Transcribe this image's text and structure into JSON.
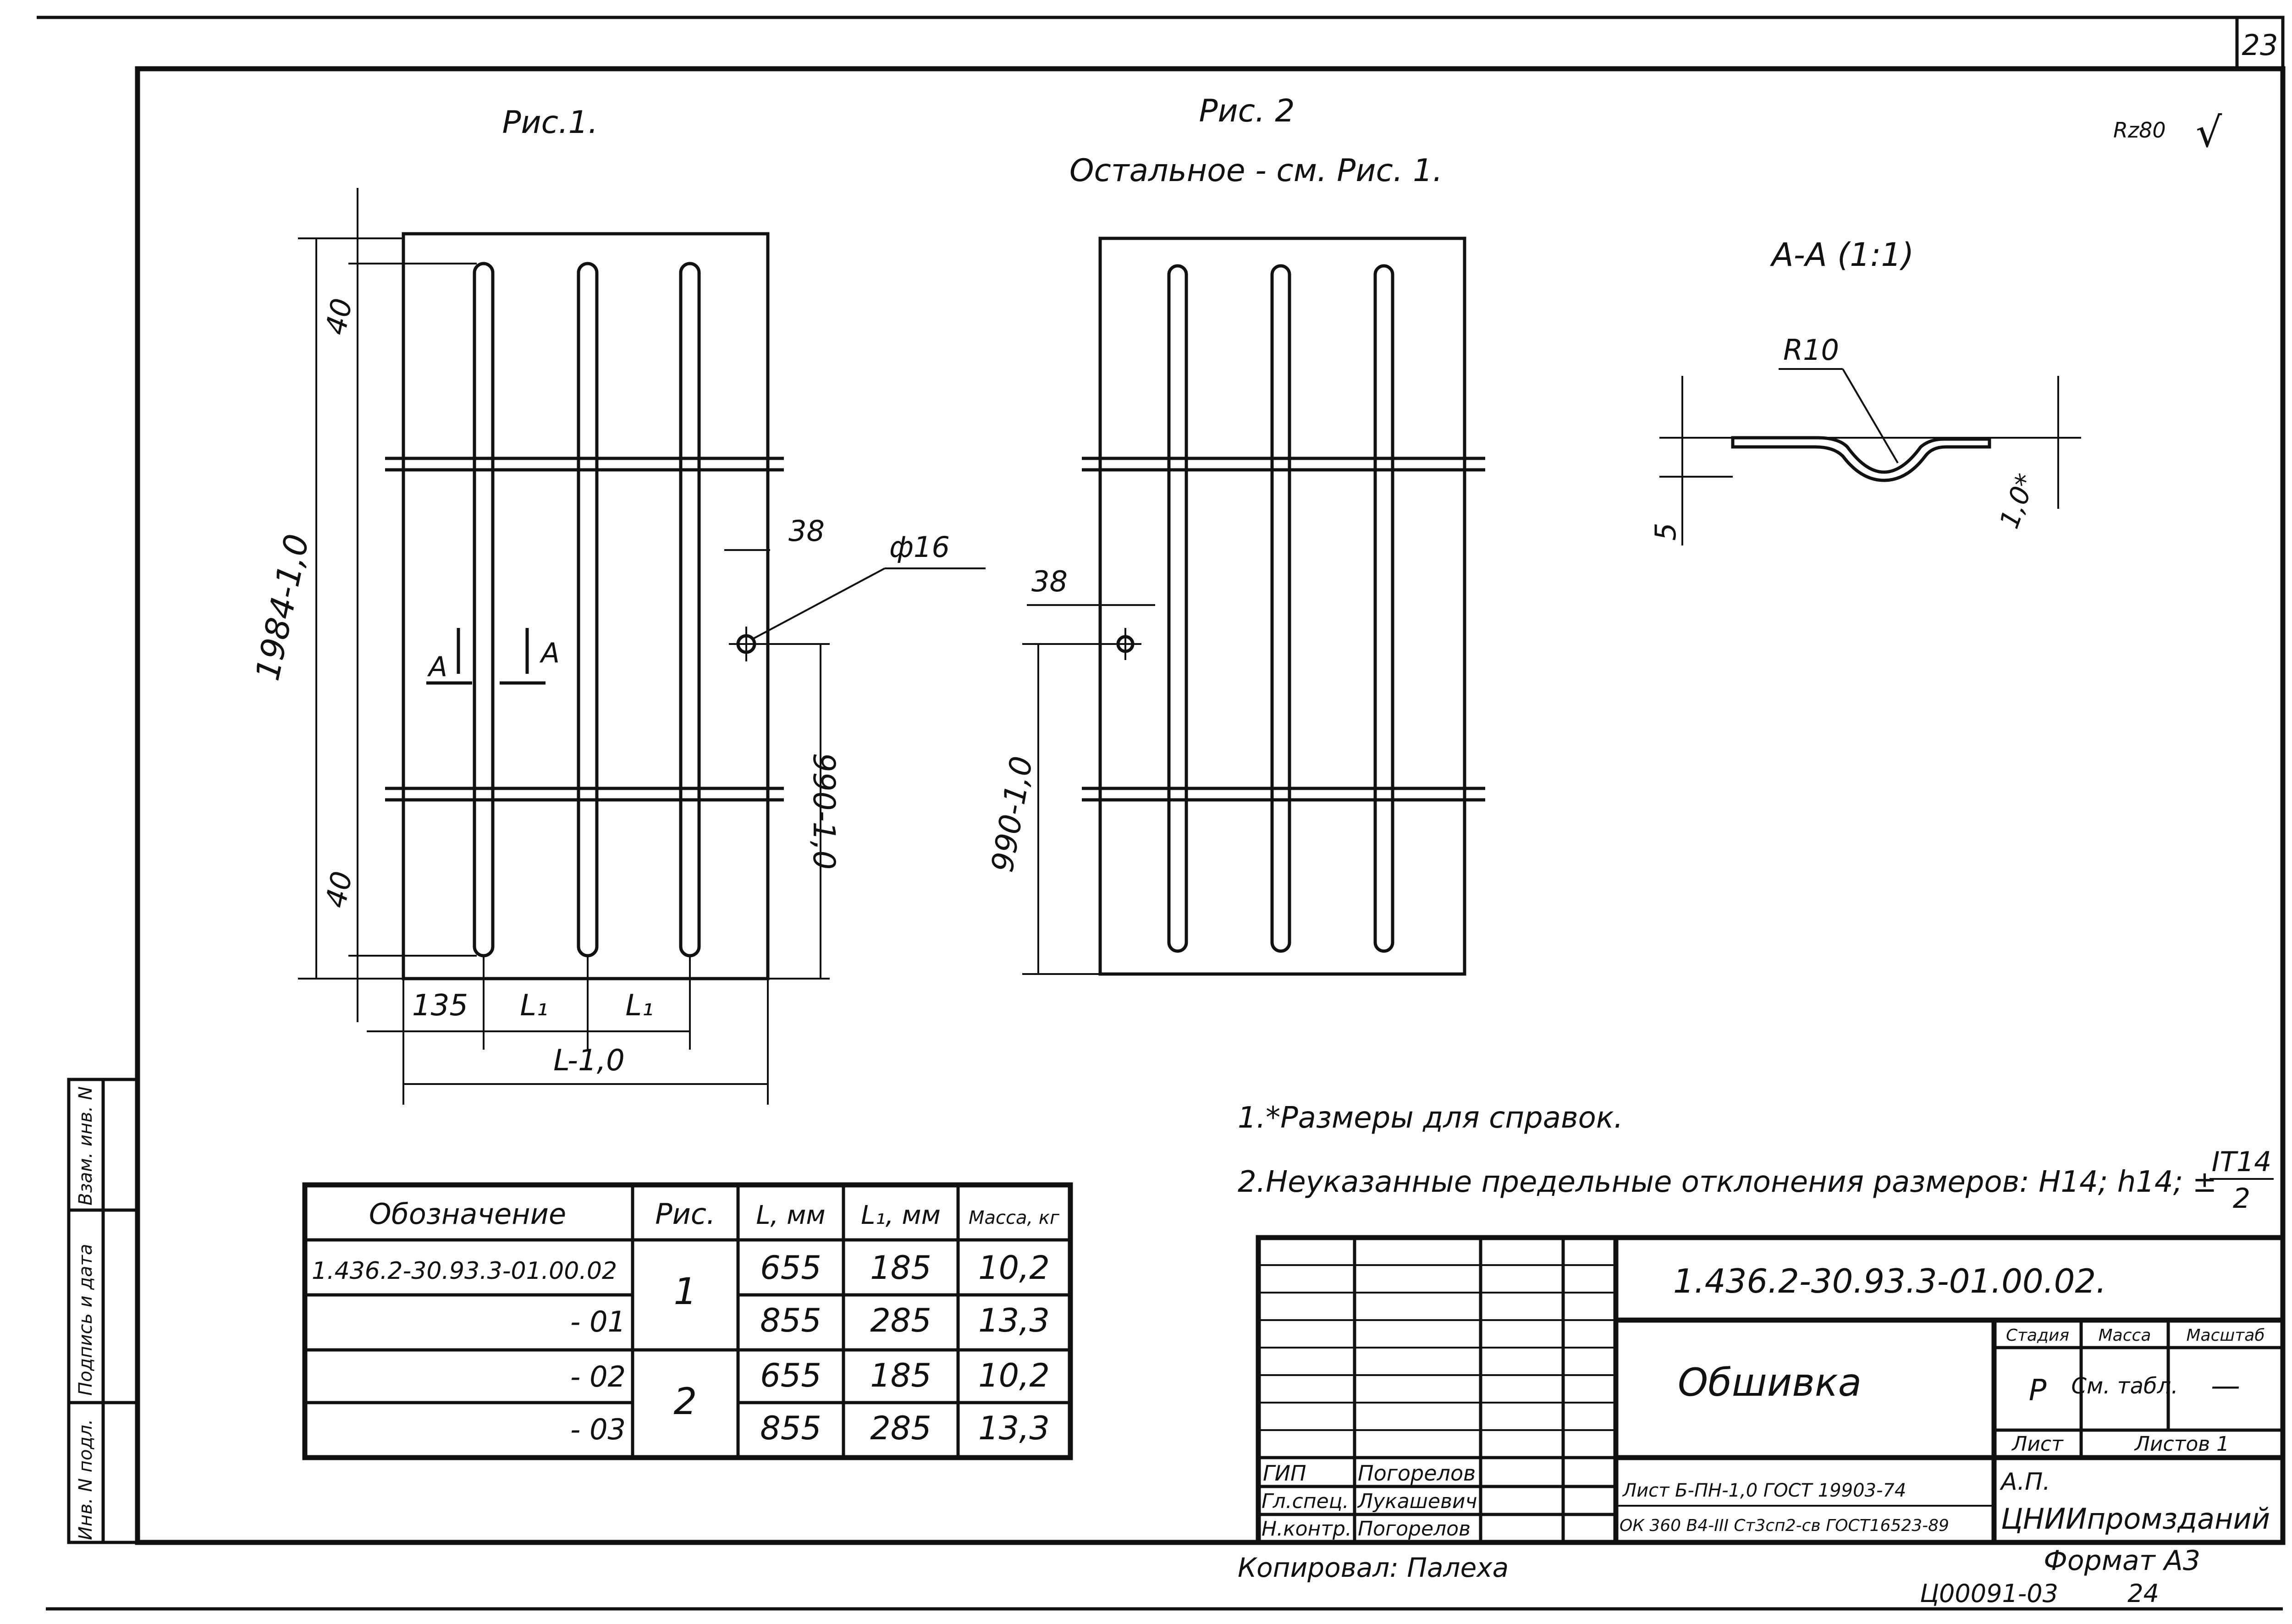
{
  "sheet": {
    "page_number": "23",
    "fig1_label": "Рис.1.",
    "fig2_label": "Рис. 2",
    "fig2_note": "Остальное - см. Рис. 1.",
    "roughness": "Rz80",
    "roughness_mark": "√",
    "section_title": "А-А (1:1)"
  },
  "fig1_dims": {
    "top_40": "40",
    "bottom_40": "40",
    "length": "1984-1,0",
    "hole_offset": "38",
    "hole_diameter": "ф16",
    "half_length": "990-1,0",
    "edge_135": "135",
    "l1_a": "L₁",
    "l1_b": "L₁",
    "total_l": "L-1,0",
    "cut_a": "А",
    "cut_b": "А"
  },
  "fig2_dims": {
    "hole_offset": "38",
    "half_length": "990-1,0"
  },
  "section_dims": {
    "radius": "R10",
    "depth": "5",
    "thickness": "1,0*"
  },
  "notes": {
    "note1": "1.*Размеры для справок.",
    "note2": "2.Неуказанные предельные отклонения размеров: H14; h14; ±",
    "note2_fraction_num": "IT14",
    "note2_fraction_den": "2"
  },
  "side_stamp": {
    "inv_podl": "Инв. N подл.",
    "podpis_data": "Подпись и дата",
    "vzam_inv": "Взам. инв. N"
  },
  "table": {
    "headers": [
      "Обозначение",
      "Рис.",
      "L, мм",
      "L₁, мм",
      "Масса, кг"
    ],
    "rows": [
      {
        "designation": "1.436.2-30.93.3-01.00.02",
        "fig": "1",
        "l": "655",
        "l1": "185",
        "mass": "10,2"
      },
      {
        "designation": "- 01",
        "fig": "",
        "l": "855",
        "l1": "285",
        "mass": "13,3"
      },
      {
        "designation": "- 02",
        "fig": "2",
        "l": "655",
        "l1": "185",
        "mass": "10,2"
      },
      {
        "designation": "- 03",
        "fig": "",
        "l": "855",
        "l1": "285",
        "mass": "13,3"
      }
    ]
  },
  "title_block": {
    "doc_number": "1.436.2-30.93.3-01.00.02.",
    "name": "Обшивка",
    "stage_label": "Стадия",
    "mass_label": "Масса",
    "scale_label": "Масштаб",
    "stage_value": "Р",
    "mass_value": "См. табл.",
    "scale_value": "—",
    "sheet_label": "Лист",
    "sheets_label": "Листов 1",
    "material_line1": "Лист Б-ПН-1,0 ГОСТ 19903-74",
    "material_line2": "ОК 360 В4-III Ст3сп2-св ГОСТ16523-89",
    "org_line1": "А.П.",
    "org_line2": "ЦНИИпромзданий",
    "roles": [
      {
        "role": "ГИП",
        "name": "Погорелов"
      },
      {
        "role": "Гл.спец.",
        "name": "Лукашевич"
      },
      {
        "role": "Н.контр.",
        "name": "Погорелов"
      }
    ]
  },
  "footer": {
    "copied_by": "Копировал: Палеха",
    "format": "Формат А3",
    "archive_code": "Ц00091-03",
    "archive_sheet": "24"
  }
}
